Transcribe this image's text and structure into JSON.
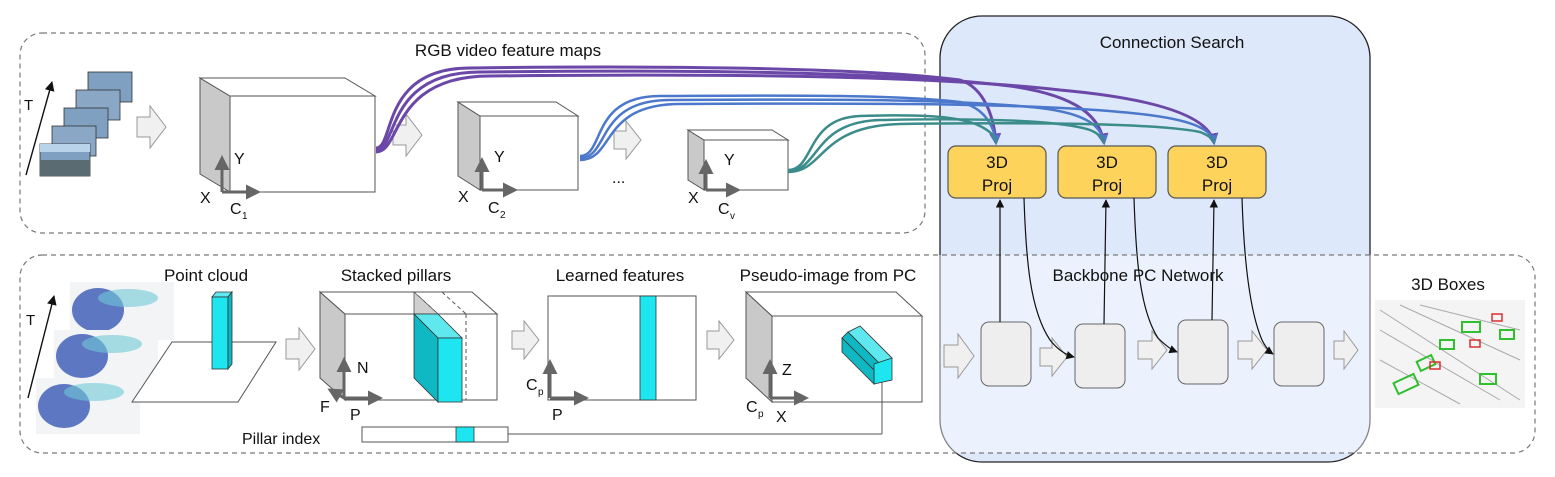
{
  "rgb_panel": {
    "title": "RGB video feature maps",
    "time_label": "T",
    "ellipsis": "...",
    "cubes": [
      {
        "y": "Y",
        "x": "X",
        "c": "C",
        "c_sub": "1"
      },
      {
        "y": "Y",
        "x": "X",
        "c": "C",
        "c_sub": "2"
      },
      {
        "y": "Y",
        "x": "X",
        "c": "C",
        "c_sub": "v"
      }
    ]
  },
  "search": {
    "title": "Connection Search",
    "proj_blocks": [
      {
        "line1": "3D",
        "line2": "Proj"
      },
      {
        "line1": "3D",
        "line2": "Proj"
      },
      {
        "line1": "3D",
        "line2": "Proj"
      }
    ]
  },
  "pc_panel": {
    "time_label": "T",
    "point_cloud": "Point cloud",
    "stacked_pillars": "Stacked pillars",
    "learned_features": "Learned features",
    "pseudo_image": "Pseudo-image from PC",
    "backbone": "Backbone PC Network",
    "boxes_3d": "3D Boxes",
    "pillar_index": "Pillar index",
    "axes": {
      "stack_n": "N",
      "stack_f": "F",
      "stack_p": "P",
      "learned_c": "C",
      "learned_c_sub": "p",
      "learned_p": "P",
      "pseudo_z": "Z",
      "pseudo_c": "C",
      "pseudo_c_sub": "p",
      "pseudo_x": "X"
    }
  },
  "colors": {
    "proj_fill": "#fdd35c",
    "proj_stroke": "#c9a032",
    "search_fill": "#dde8fb",
    "cyan": "#1ee6f0",
    "cyan_dark": "#0fb8c2",
    "purple": "#6b47a8",
    "blue": "#4c78cc",
    "teal": "#3b8c8a"
  }
}
